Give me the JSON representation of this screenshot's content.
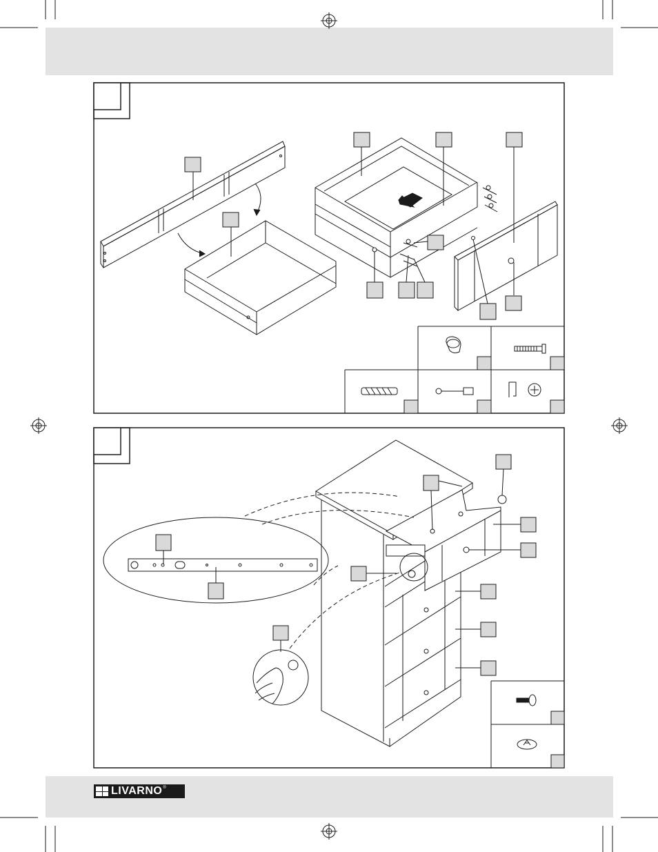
{
  "brand": {
    "name": "LIVARNO",
    "registered": "®"
  },
  "steps": [
    {
      "id": "step-a",
      "number": ""
    },
    {
      "id": "step-b",
      "number": ""
    }
  ],
  "colors": {
    "band": "#e3e3e3",
    "line": "#1a1a1a",
    "label_box": "#d9d9d9"
  }
}
